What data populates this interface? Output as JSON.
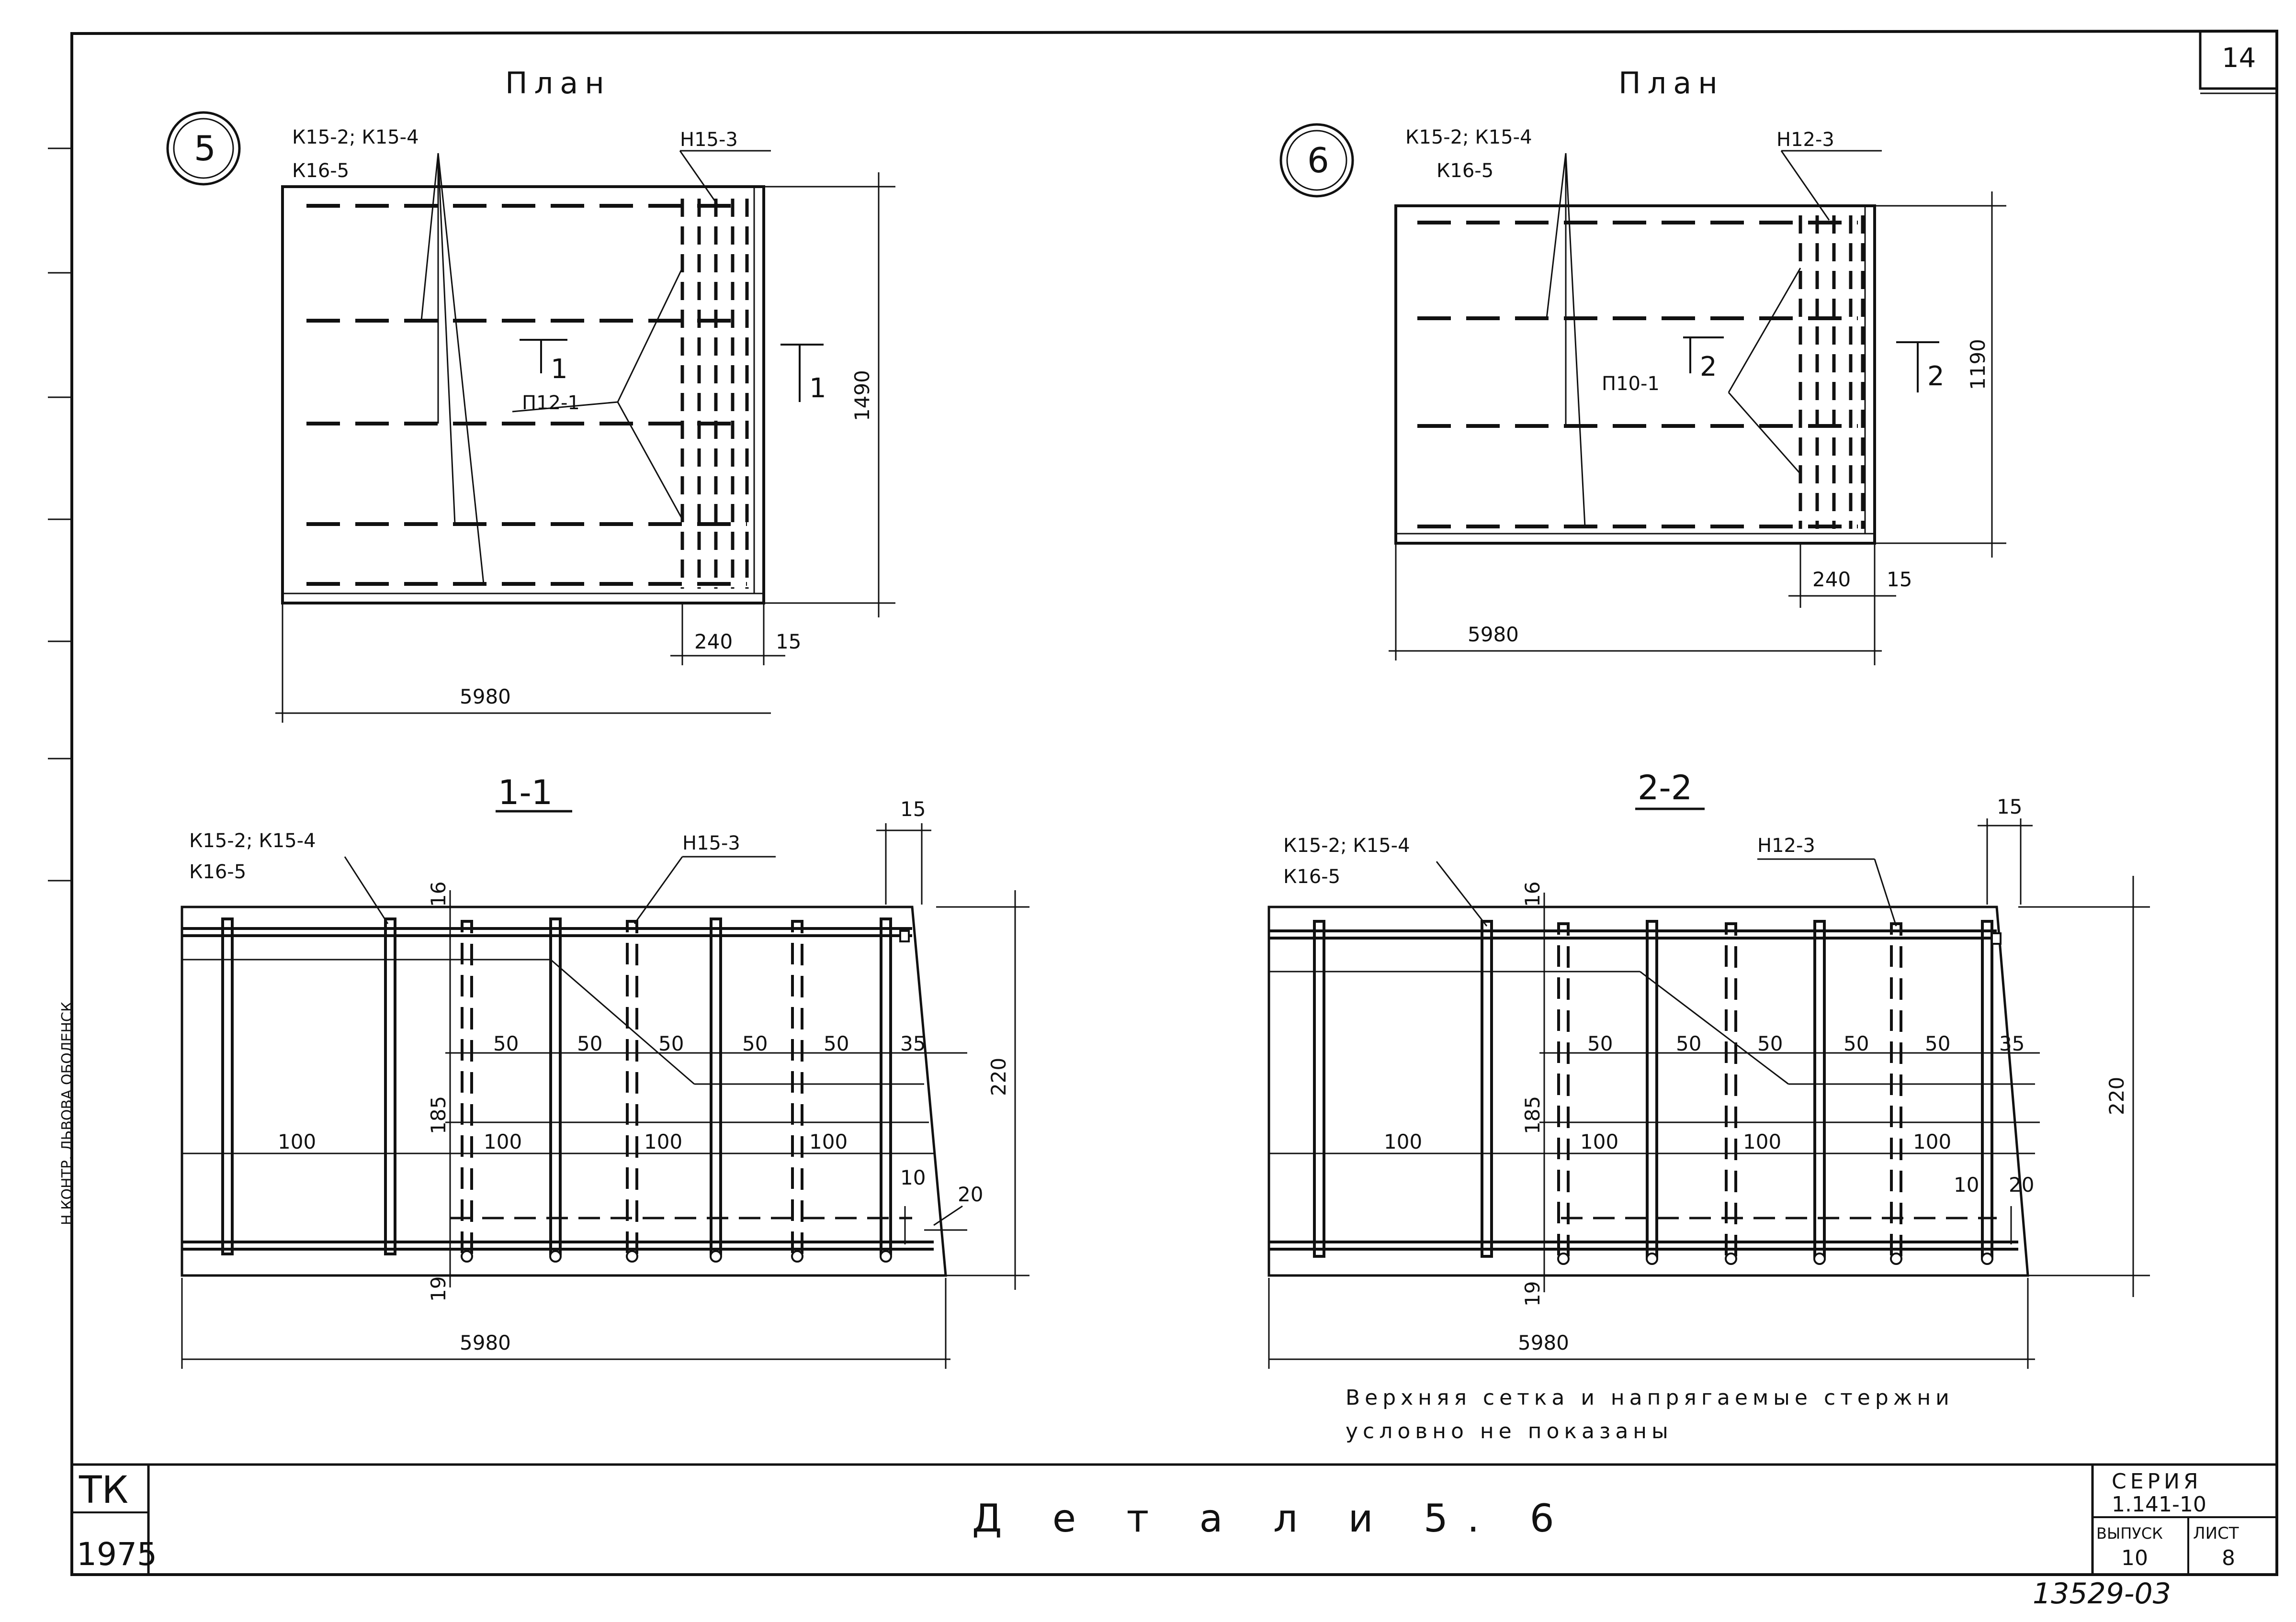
{
  "sheet": {
    "sheet_no": "14",
    "title": "Д е т а л и  5. 6",
    "org": "ТК",
    "year": "1975",
    "series_label": "СЕРИЯ",
    "series_value": "1.141-10",
    "issue_label": "ВЫПУСК",
    "issue_value": "10",
    "list_label": "ЛИСТ",
    "list_value": "8",
    "archive_no": "13529-03",
    "side_stamp": "Н.КОНТР. ЛЬВОВА  ОБОЛЕНСК"
  },
  "detail5": {
    "circle": "5",
    "caption": "План",
    "label_k15": "К15-2; К15-4",
    "label_k16": "К16-5",
    "label_n": "Н15-3",
    "label_p": "П12-1",
    "cut_a": "1",
    "cut_b": "1",
    "dim_width": "1490",
    "dim_length": "5980",
    "dim_240": "240",
    "dim_15": "15"
  },
  "detail6": {
    "circle": "6",
    "caption": "План",
    "label_k15": "К15-2; К15-4",
    "label_k16": "К16-5",
    "label_n": "Н12-3",
    "label_p": "П10-1",
    "cut_a": "2",
    "cut_b": "2",
    "dim_width": "1190",
    "dim_length": "5980",
    "dim_240": "240",
    "dim_15": "15"
  },
  "section11": {
    "title": "1-1",
    "label_k15": "К15-2; К15-4",
    "label_k16": "К16-5",
    "label_n": "Н15-3",
    "d15": "15",
    "d16": "16",
    "d185": "185",
    "d19": "19",
    "d220": "220",
    "d35": "35",
    "d10": "10",
    "d20": "20",
    "d50": [
      "50",
      "50",
      "50",
      "50",
      "50"
    ],
    "d100": [
      "100",
      "100",
      "100",
      "100"
    ],
    "d5980": "5980"
  },
  "section22": {
    "title": "2-2",
    "label_k15": "К15-2; К15-4",
    "label_k16": "К16-5",
    "label_n": "Н12-3",
    "d15": "15",
    "d16": "16",
    "d185": "185",
    "d19": "19",
    "d220": "220",
    "d35": "35",
    "d10": "10",
    "d20": "20",
    "d50": [
      "50",
      "50",
      "50",
      "50",
      "50"
    ],
    "d100": [
      "100",
      "100",
      "100",
      "100"
    ],
    "d5980": "5980"
  },
  "note": {
    "line1": "Верхняя  сетка  и  напрягаемые  стержни",
    "line2": "условно  не  показаны"
  }
}
